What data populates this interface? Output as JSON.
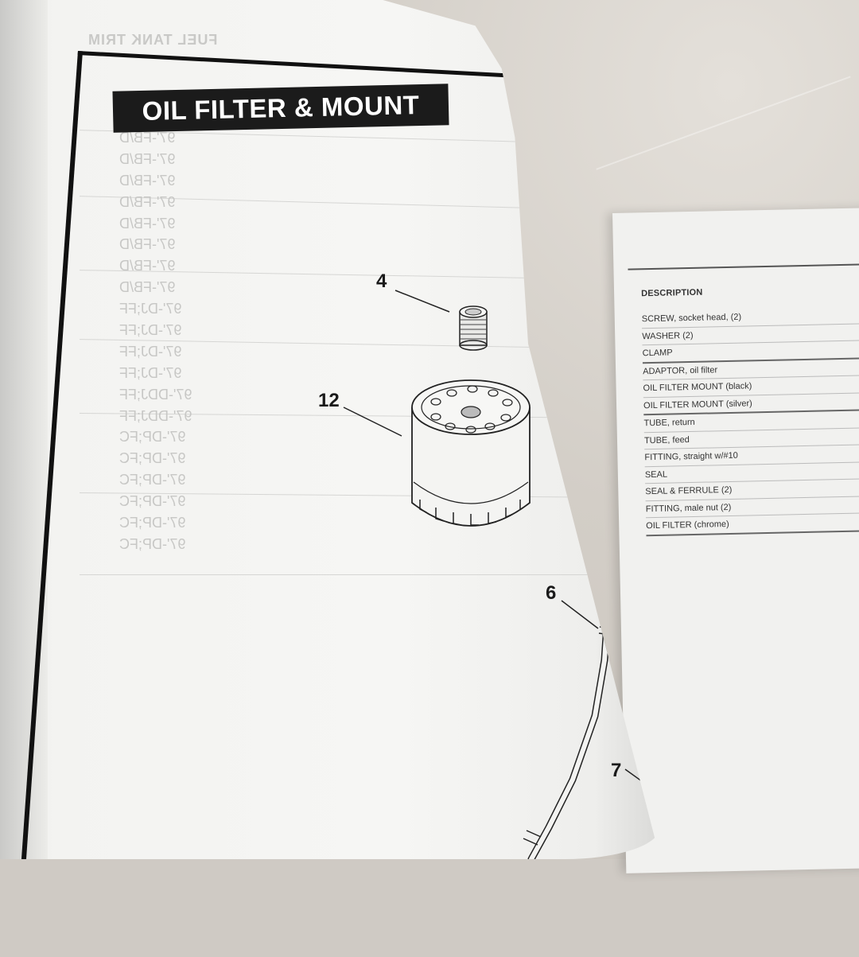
{
  "page": {
    "title": "OIL FILTER & MOUNT",
    "bleed_through_heading": "FUEL TANK TRIM"
  },
  "ghost_list": [
    "97'-FB/D",
    "97'-FB/D",
    "97'-FB/D",
    "97'-FB/D",
    "97'-FB/D",
    "97'-FB/D",
    "97'-FB/D",
    "97'-FB/D",
    "97'-DJ;FF",
    "97'-DJ;FF",
    "97'-DJ;FF",
    "97'-DJ;FF",
    "97'-DDJ;FF",
    "97'-DDJ;FF",
    "97'-DP;FC",
    "97'-DP;FC",
    "97'-DP;FC",
    "97'-DP;FC",
    "97'-DP;FC",
    "97'-DP;FC"
  ],
  "callouts": {
    "c4": "4",
    "c12": "12",
    "c6": "6",
    "c7": "7"
  },
  "parts_table": {
    "header": "DESCRIPTION",
    "rows": [
      "SCREW, socket head, (2)",
      "WASHER (2)",
      "CLAMP",
      "ADAPTOR, oil filter",
      "OIL FILTER MOUNT (black)",
      "OIL FILTER MOUNT (silver)",
      "TUBE, return",
      "TUBE, feed",
      "FITTING, straight w/#10",
      "SEAL",
      "SEAL & FERRULE (2)",
      "FITTING, male nut (2)",
      "OIL FILTER (chrome)"
    ]
  },
  "colors": {
    "title_bg": "#1b1b1b",
    "title_fg": "#ffffff",
    "paper": "#f6f6f4",
    "ink": "#1a1a1a"
  }
}
